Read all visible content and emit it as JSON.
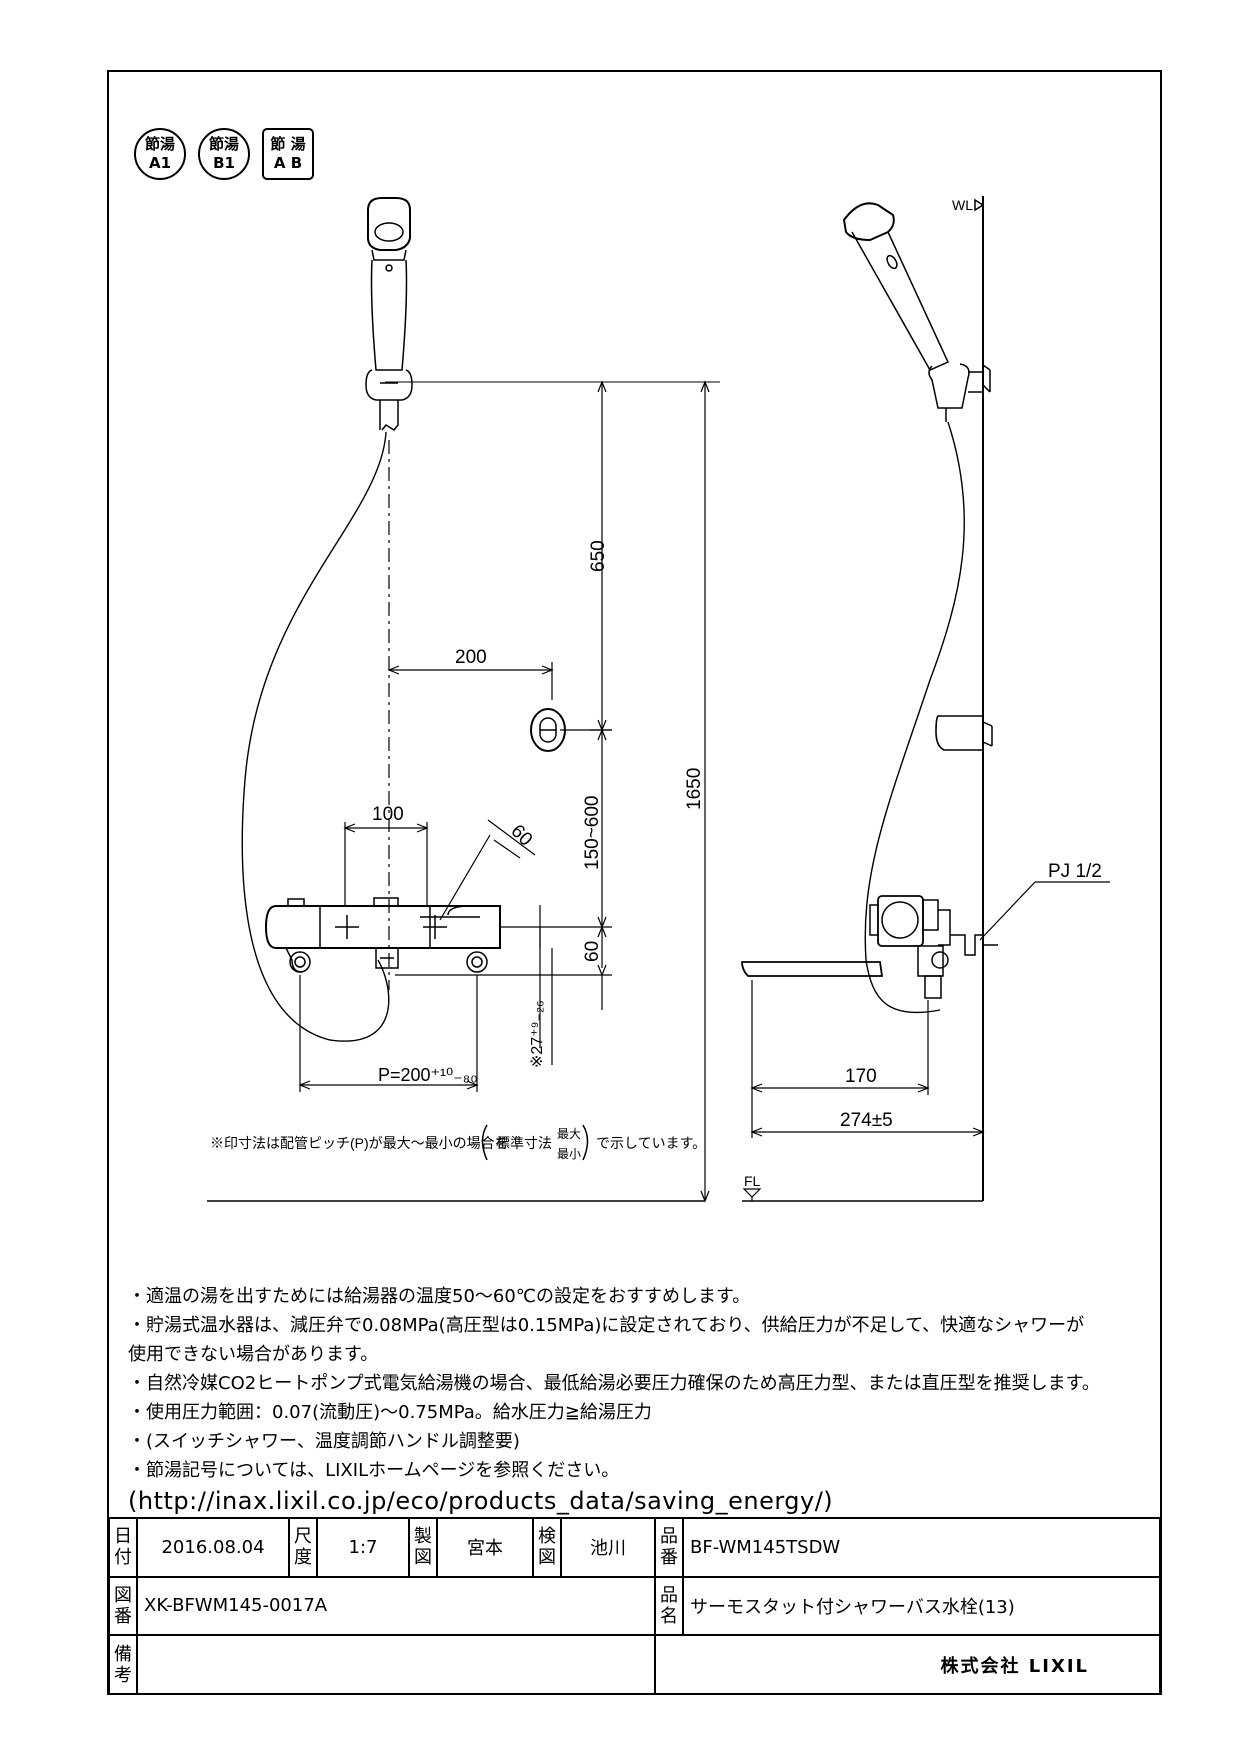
{
  "badges": [
    {
      "top": "節湯",
      "bottom": "A1",
      "shape": "round"
    },
    {
      "top": "節湯",
      "bottom": "B1",
      "shape": "round"
    },
    {
      "top": "節 湯",
      "bottom": "A B",
      "shape": "square"
    }
  ],
  "drawing": {
    "front": {
      "dim_650": "650",
      "dim_200": "200",
      "dim_100": "100",
      "dim_60_angle": "60",
      "dim_150_600": "150~600",
      "dim_1650": "1650",
      "dim_60": "60",
      "dim_27": "※27⁺⁹₋₂₆",
      "dim_p": "P=200⁺¹⁰₋₈₀",
      "footnote_prefix": "※印寸法は配管ピッチ(P)が最大～最小の場合を",
      "footnote_box": "標準寸法",
      "footnote_max": "最大",
      "footnote_min": "最小",
      "footnote_suffix": "で示しています。"
    },
    "side": {
      "wl": "WL",
      "fl": "FL",
      "pj": "PJ 1/2",
      "dim_170": "170",
      "dim_274": "274±5"
    }
  },
  "notes": [
    "・適温の湯を出すためには給湯器の温度50～60℃の設定をおすすめします。",
    "・貯湯式温水器は、減圧弁で0.08MPa(高圧型は0.15MPa)に設定されており、供給圧力が不足して、快適なシャワーが",
    "使用できない場合があります。",
    "・自然冷媒CO2ヒートポンプ式電気給湯機の場合、最低給湯必要圧力確保のため高圧力型、または直圧型を推奨します。",
    "・使用圧力範囲：0.07(流動圧)～0.75MPa。給水圧力≧給湯圧力",
    "・(スイッチシャワー、温度調節ハンドル調整要)",
    "・節湯記号については、LIXILホームページを参照ください。"
  ],
  "url": "(http://inax.lixil.co.jp/eco/products_data/saving_energy/)",
  "title_block": {
    "date_label": "日付",
    "date": "2016.08.04",
    "scale_label": "尺度",
    "scale": "1:7",
    "drawn_label": "製図",
    "drawn_by": "宮本",
    "checked_label": "検図",
    "checked_by": "池川",
    "part_no_label": "品番",
    "part_no": "BF-WM145TSDW",
    "drawing_no_label": "図番",
    "drawing_no": "XK-BFWM145-0017A",
    "product_name_label": "品名",
    "product_name": "サーモスタット付シャワーバス水栓(13)",
    "remarks_label": "備考",
    "remarks": "",
    "company": "株式会社 LIXIL"
  }
}
